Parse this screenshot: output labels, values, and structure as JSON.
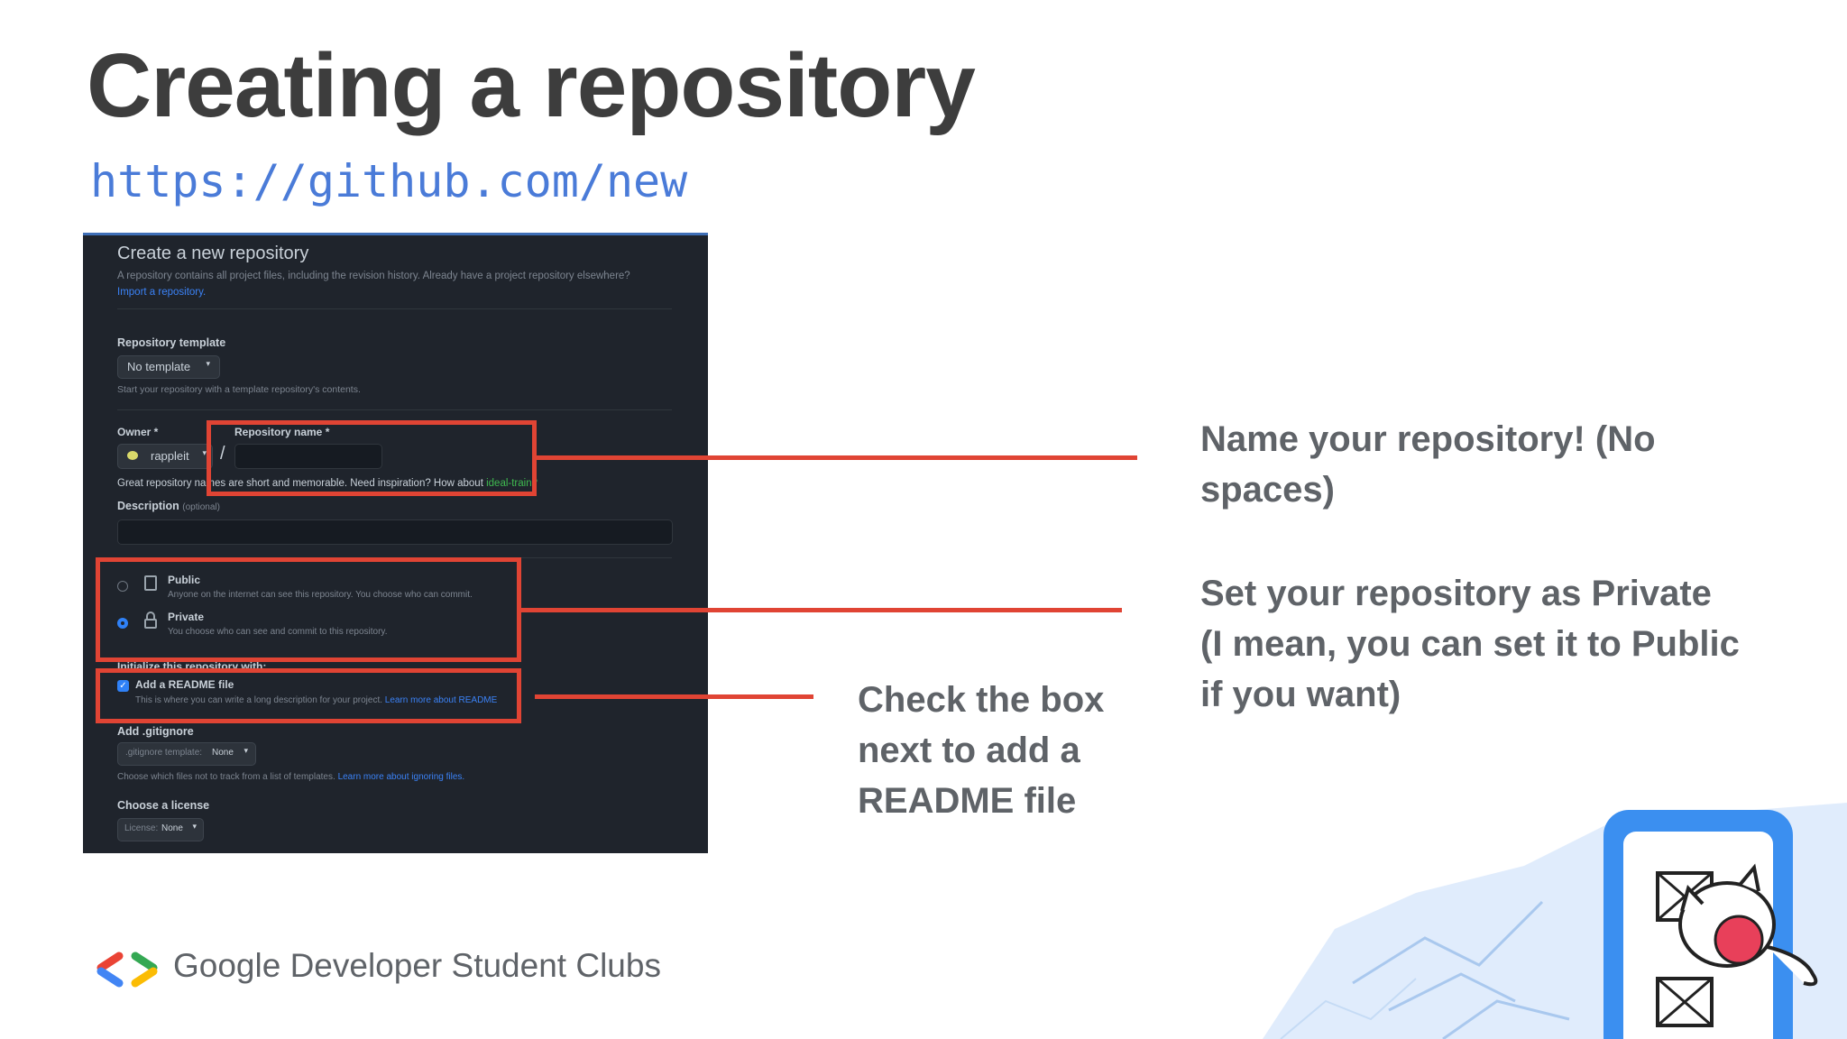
{
  "slide": {
    "title": "Creating a repository",
    "url": "https://github.com/new"
  },
  "screenshot": {
    "heading": "Create a new repository",
    "intro": "A repository contains all project files, including the revision history. Already have a project repository elsewhere?",
    "import_link": "Import a repository.",
    "template_label": "Repository template",
    "template_value": "No template",
    "template_hint": "Start your repository with a template repository's contents.",
    "owner_label": "Owner *",
    "owner_value": "rappleit",
    "slash": "/",
    "repo_name_label": "Repository name *",
    "inspiration_text": "Great repository names are short and memorable. Need inspiration? How about",
    "inspiration_suggestion": "ideal-train?",
    "description_label": "Description",
    "description_optional": "(optional)",
    "public_label": "Public",
    "public_desc": "Anyone on the internet can see this repository. You choose who can commit.",
    "private_label": "Private",
    "private_desc": "You choose who can see and commit to this repository.",
    "init_label": "Initialize this repository with:",
    "readme_label": "Add a README file",
    "readme_desc": "This is where you can write a long description for your project.",
    "readme_link": "Learn more about README",
    "gitignore_label": "Add .gitignore",
    "gitignore_prefix": ".gitignore template:",
    "gitignore_value": "None",
    "gitignore_hint": "Choose which files not to track from a list of templates.",
    "gitignore_link": "Learn more about ignoring files.",
    "license_label": "Choose a license",
    "license_prefix": "License:",
    "license_value": "None"
  },
  "callouts": {
    "name": "Name your repository! (No spaces)",
    "visibility": "Set your repository as Private (I mean, you can set it to Public if you want)",
    "readme": "Check the box next to add a README file"
  },
  "footer": {
    "brand": "Google Developer Student Clubs"
  },
  "colors": {
    "highlight": "#e04434",
    "url": "#4a7bd8",
    "panel_bg": "#1f242c",
    "logo_red": "#ea4335",
    "logo_blue": "#4285f4",
    "logo_green": "#34a853",
    "logo_yellow": "#fbbc04"
  },
  "icons": {
    "dropdown": "caret-down-icon",
    "public": "repo-icon",
    "private": "lock-icon",
    "owner": "avatar-icon"
  }
}
